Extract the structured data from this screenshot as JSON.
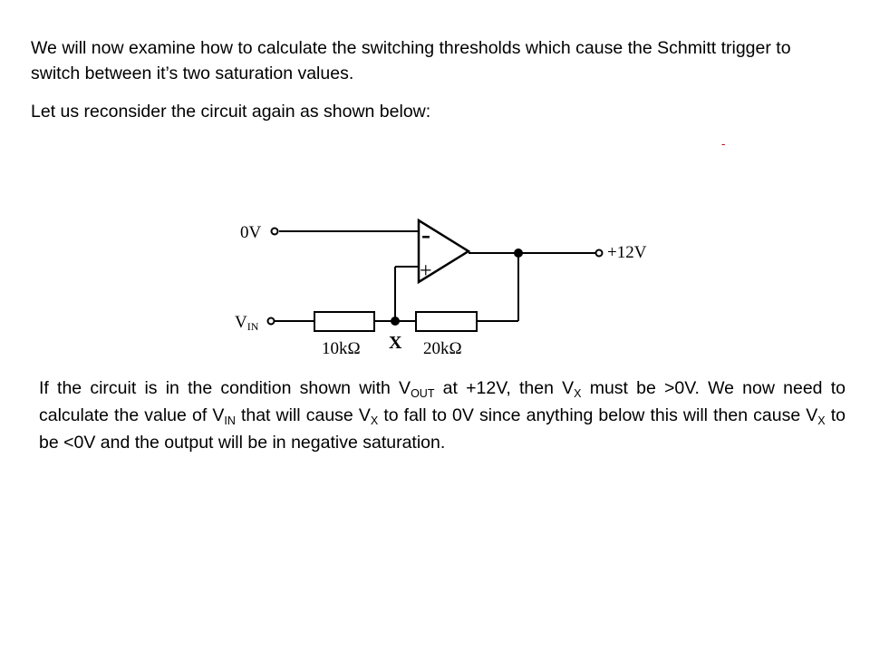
{
  "intro": "We will now examine how to calculate the switching thresholds which cause the Schmitt trigger to switch between it’s two saturation values.",
  "lead": "Let us reconsider the circuit again as shown below:",
  "stray_mark": "-",
  "circuit": {
    "ref_label": "0V",
    "out_label": "+12V",
    "in_label": "V",
    "in_label_sub": "IN",
    "minus_sign": "-",
    "plus_sign": "+",
    "r1_label": "10kΩ",
    "node_label": "X",
    "r2_label": "20kΩ"
  },
  "body": {
    "t1": "If the circuit is in the condition shown with V",
    "s1": "OUT",
    "t2": " at +12V, then V",
    "s2": "X",
    "t3": " must be >0V. We now need to calculate the value of V",
    "s3": "IN",
    "t4": " that will cause V",
    "s4": "X",
    "t5": " to fall to 0V since anything below this will then cause V",
    "s5": "X",
    "t6": " to be <0V and the output will be in negative saturation."
  }
}
